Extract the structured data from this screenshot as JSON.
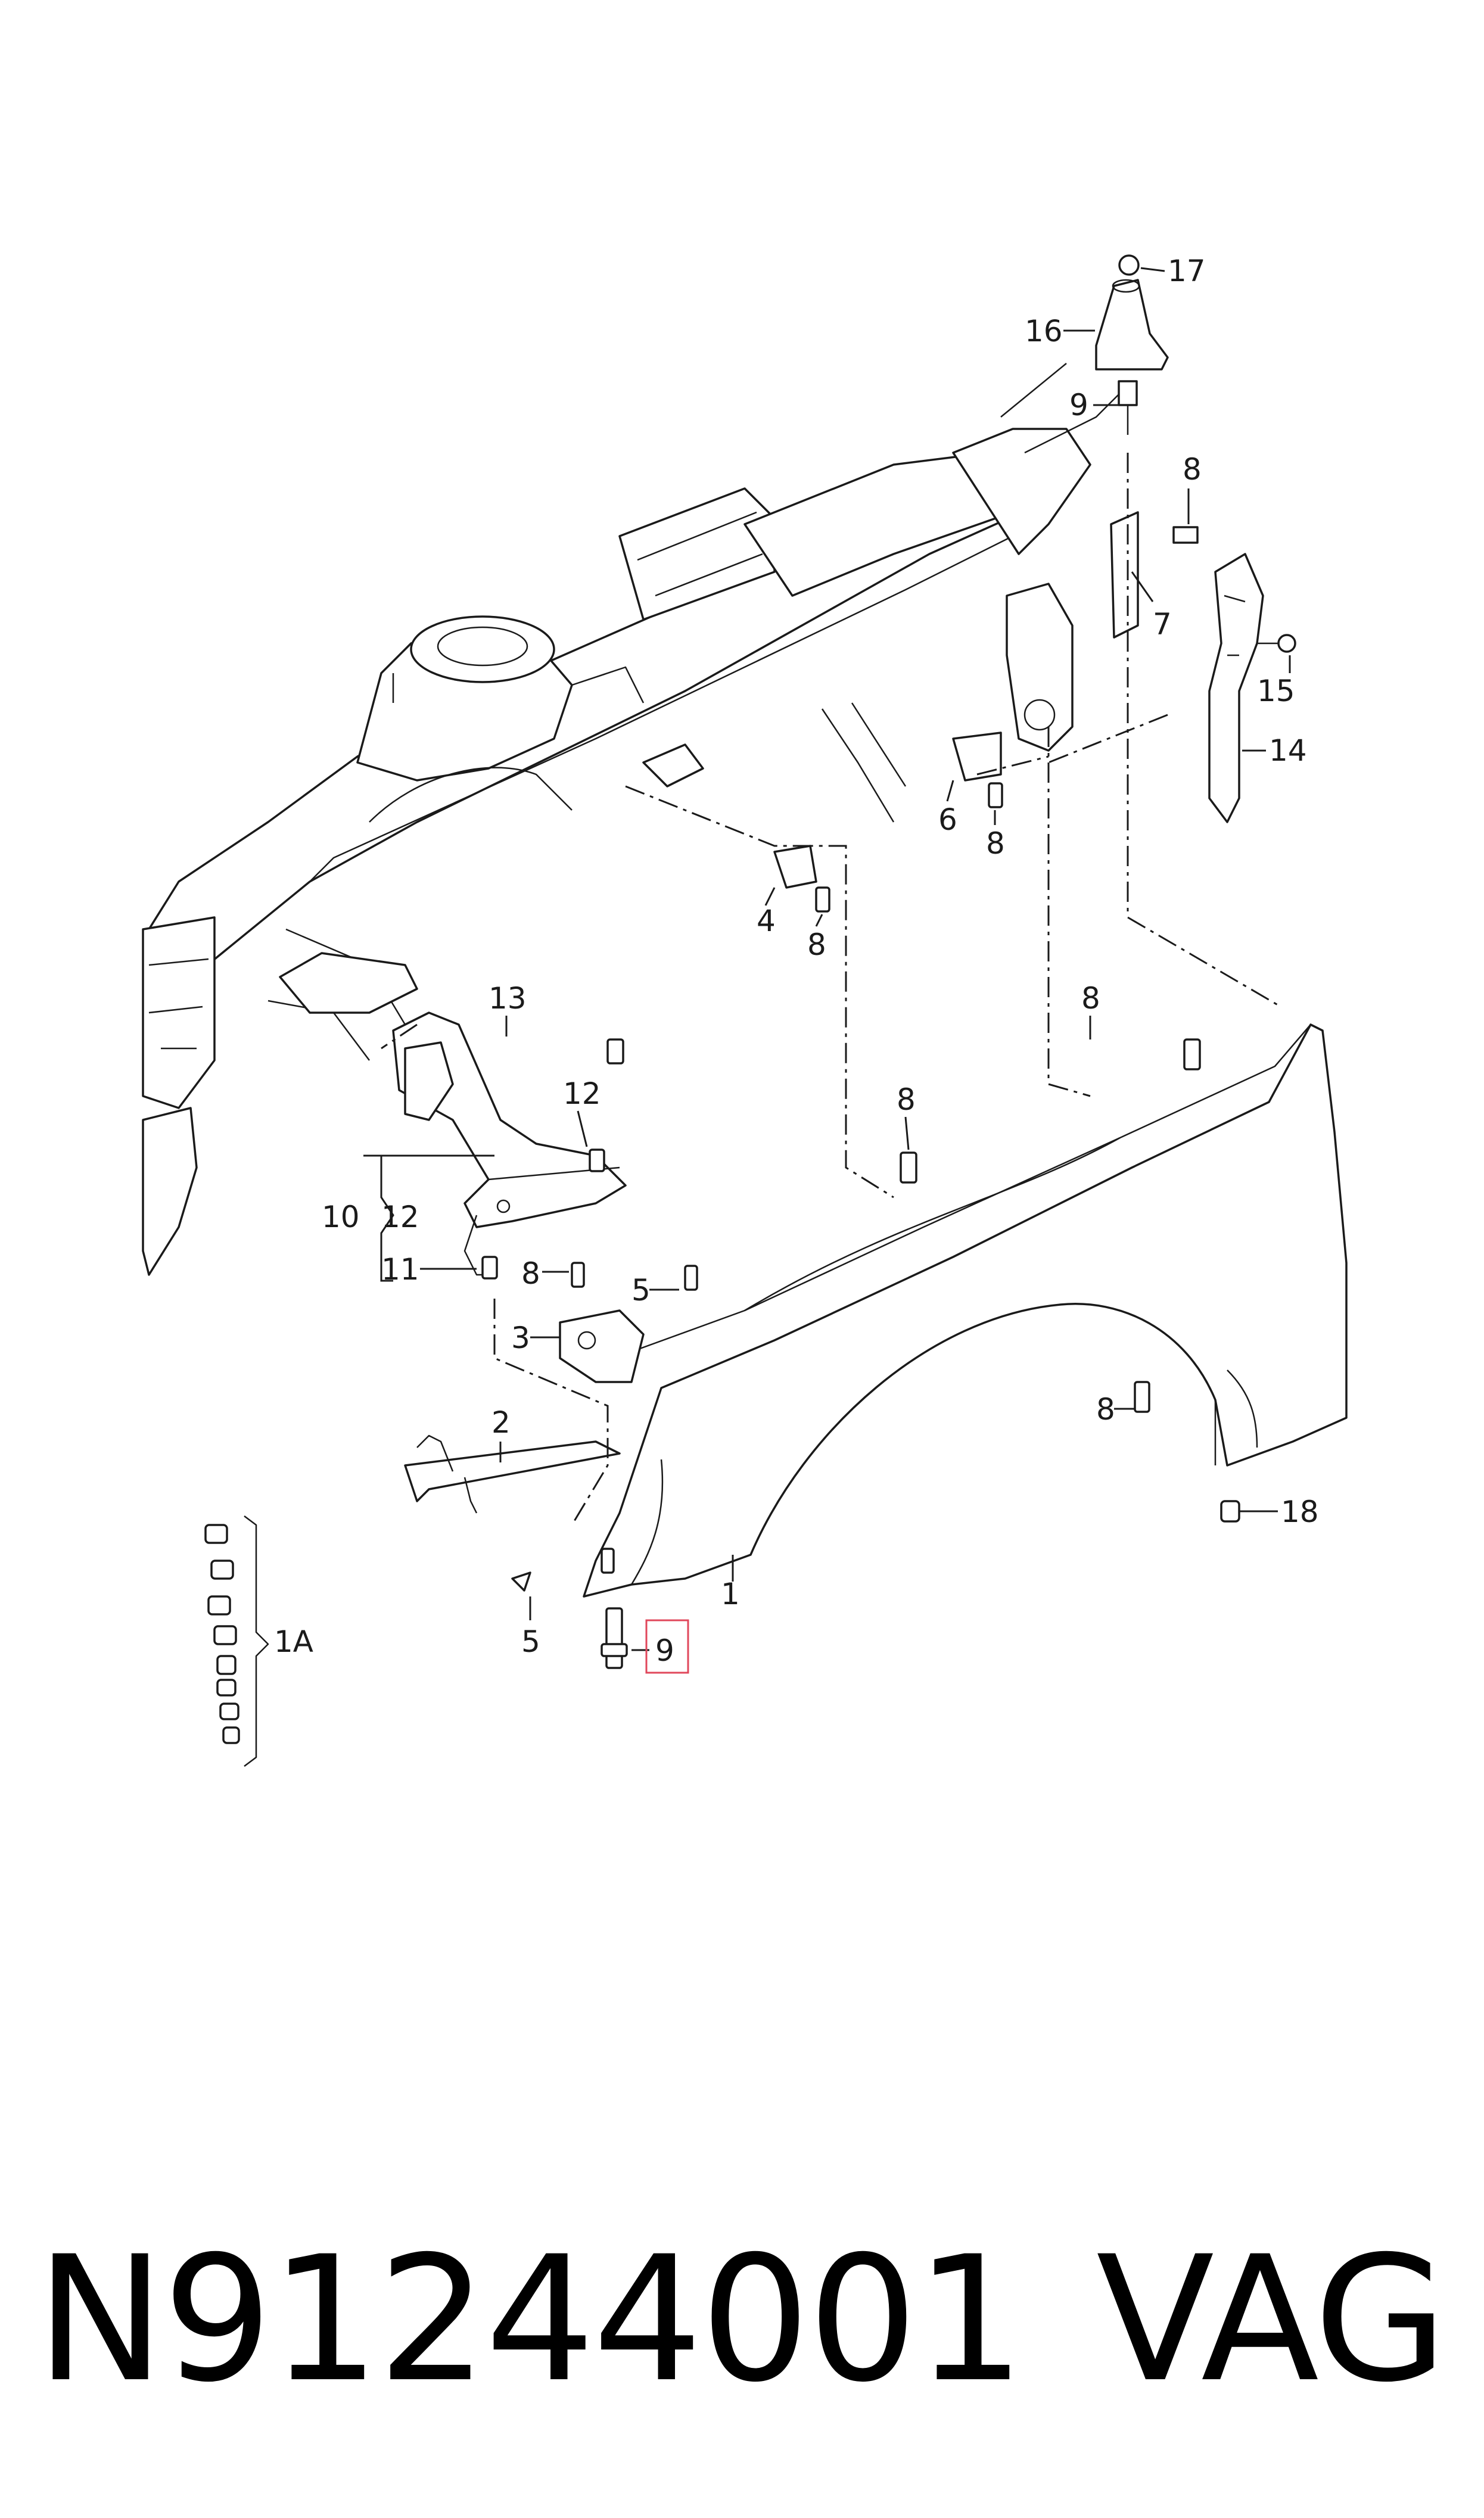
{
  "diagram": {
    "callouts": {
      "c1": "1",
      "c1a": "1A",
      "c2": "2",
      "c3": "3",
      "c4": "4",
      "c5": "5",
      "c6": "6",
      "c7": "7",
      "c8": "8",
      "c9": "9",
      "c10": "10",
      "c11": "11",
      "c12": "12",
      "c13": "13",
      "c14": "14",
      "c15": "15",
      "c16": "16",
      "c17": "17",
      "c18": "18"
    },
    "highlighted_callout": "9"
  },
  "caption": {
    "part_number": "N91244001",
    "brand": "VAG"
  }
}
